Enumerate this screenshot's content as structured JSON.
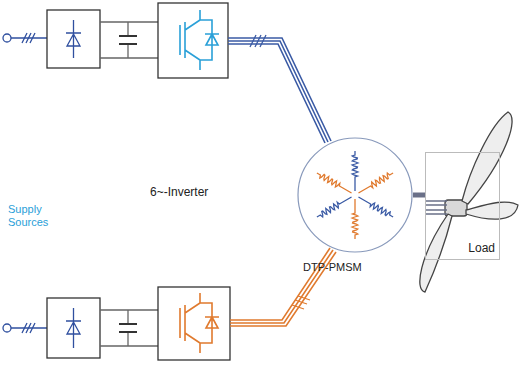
{
  "diagram": {
    "nodes": [
      {
        "text": [
          "DTP-PMSM"
        ]
      },
      {
        "text": [
          "Load"
        ]
      }
    ],
    "edges": [
      {
        "from": 0,
        "to": 1,
        "arrow": "none"
      }
    ],
    "labels": [
      "Supply Sources",
      "6~-Inverter"
    ]
  }
}
